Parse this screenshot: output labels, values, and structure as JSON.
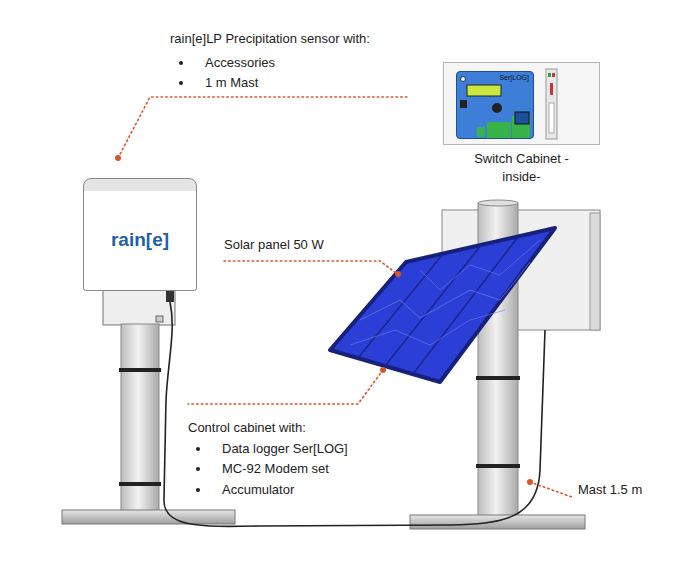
{
  "diagram": {
    "nodes": [
      {
        "text": [
          "rain[e]"
        ]
      },
      {
        "text": [
          "Switch Cabinet -inside-"
        ]
      },
      {
        "text": [
          "Ser[LOG]"
        ],
        "in": 1
      }
    ],
    "labels": [
      "rain[e]LP Precipitation sensor with:",
      "Accessories",
      "1 m Mast",
      "Solar panel 50 W",
      "Control cabinet with:",
      "Data logger Ser[LOG]",
      "MC-92 Modem set",
      "Accumulator",
      "Mast 1.5 m"
    ]
  }
}
